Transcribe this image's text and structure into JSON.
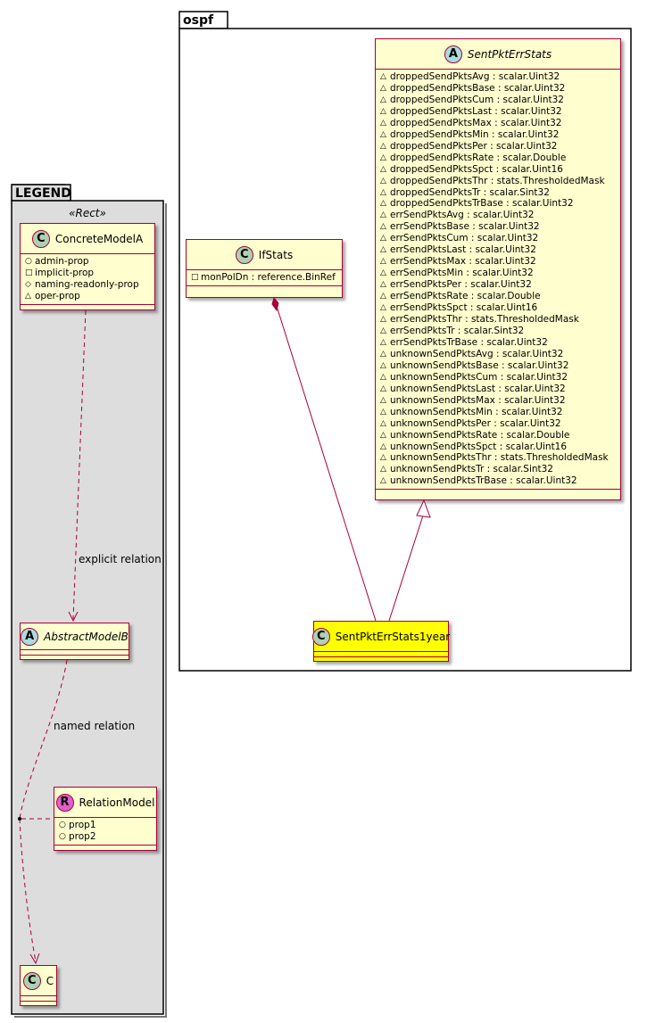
{
  "legend": {
    "title": "LEGEND",
    "stereotype": "«Rect»",
    "concrete_model": {
      "name": "ConcreteModelA",
      "badge": "C",
      "attrs": [
        {
          "sym": "○",
          "text": "admin-prop"
        },
        {
          "sym": "□",
          "text": "implicit-prop"
        },
        {
          "sym": "◇",
          "text": "naming-readonly-prop"
        },
        {
          "sym": "△",
          "text": "oper-prop"
        }
      ]
    },
    "abstract_model": {
      "name": "AbstractModelB",
      "badge": "A"
    },
    "relation_model": {
      "name": "RelationModel",
      "badge": "R",
      "attrs": [
        {
          "sym": "○",
          "text": "prop1"
        },
        {
          "sym": "○",
          "text": "prop2"
        }
      ]
    },
    "class_c": {
      "name": "C",
      "badge": "C"
    },
    "explicit_label": "explicit relation",
    "named_label": "named relation"
  },
  "ospf": {
    "title": "ospf",
    "ifstats": {
      "name": "IfStats",
      "badge": "C",
      "attrs": [
        {
          "sym": "□",
          "text": "monPolDn : reference.BinRef"
        }
      ]
    },
    "sentpkt": {
      "name": "SentPktErrStats",
      "badge": "A",
      "attrs": [
        {
          "sym": "△",
          "text": "droppedSendPktsAvg : scalar.Uint32"
        },
        {
          "sym": "△",
          "text": "droppedSendPktsBase : scalar.Uint32"
        },
        {
          "sym": "△",
          "text": "droppedSendPktsCum : scalar.Uint32"
        },
        {
          "sym": "△",
          "text": "droppedSendPktsLast : scalar.Uint32"
        },
        {
          "sym": "△",
          "text": "droppedSendPktsMax : scalar.Uint32"
        },
        {
          "sym": "△",
          "text": "droppedSendPktsMin : scalar.Uint32"
        },
        {
          "sym": "△",
          "text": "droppedSendPktsPer : scalar.Uint32"
        },
        {
          "sym": "△",
          "text": "droppedSendPktsRate : scalar.Double"
        },
        {
          "sym": "△",
          "text": "droppedSendPktsSpct : scalar.Uint16"
        },
        {
          "sym": "△",
          "text": "droppedSendPktsThr : stats.ThresholdedMask"
        },
        {
          "sym": "△",
          "text": "droppedSendPktsTr : scalar.Sint32"
        },
        {
          "sym": "△",
          "text": "droppedSendPktsTrBase : scalar.Uint32"
        },
        {
          "sym": "△",
          "text": "errSendPktsAvg : scalar.Uint32"
        },
        {
          "sym": "△",
          "text": "errSendPktsBase : scalar.Uint32"
        },
        {
          "sym": "△",
          "text": "errSendPktsCum : scalar.Uint32"
        },
        {
          "sym": "△",
          "text": "errSendPktsLast : scalar.Uint32"
        },
        {
          "sym": "△",
          "text": "errSendPktsMax : scalar.Uint32"
        },
        {
          "sym": "△",
          "text": "errSendPktsMin : scalar.Uint32"
        },
        {
          "sym": "△",
          "text": "errSendPktsPer : scalar.Uint32"
        },
        {
          "sym": "△",
          "text": "errSendPktsRate : scalar.Double"
        },
        {
          "sym": "△",
          "text": "errSendPktsSpct : scalar.Uint16"
        },
        {
          "sym": "△",
          "text": "errSendPktsThr : stats.ThresholdedMask"
        },
        {
          "sym": "△",
          "text": "errSendPktsTr : scalar.Sint32"
        },
        {
          "sym": "△",
          "text": "errSendPktsTrBase : scalar.Uint32"
        },
        {
          "sym": "△",
          "text": "unknownSendPktsAvg : scalar.Uint32"
        },
        {
          "sym": "△",
          "text": "unknownSendPktsBase : scalar.Uint32"
        },
        {
          "sym": "△",
          "text": "unknownSendPktsCum : scalar.Uint32"
        },
        {
          "sym": "△",
          "text": "unknownSendPktsLast : scalar.Uint32"
        },
        {
          "sym": "△",
          "text": "unknownSendPktsMax : scalar.Uint32"
        },
        {
          "sym": "△",
          "text": "unknownSendPktsMin : scalar.Uint32"
        },
        {
          "sym": "△",
          "text": "unknownSendPktsPer : scalar.Uint32"
        },
        {
          "sym": "△",
          "text": "unknownSendPktsRate : scalar.Double"
        },
        {
          "sym": "△",
          "text": "unknownSendPktsSpct : scalar.Uint16"
        },
        {
          "sym": "△",
          "text": "unknownSendPktsThr : stats.ThresholdedMask"
        },
        {
          "sym": "△",
          "text": "unknownSendPktsTr : scalar.Sint32"
        },
        {
          "sym": "△",
          "text": "unknownSendPktsTrBase : scalar.Uint32"
        }
      ]
    },
    "sentpkt1year": {
      "name": "SentPktErrStats1year",
      "badge": "C"
    }
  },
  "colors": {
    "border": "#a80036",
    "class_fill": "#fefece",
    "highlight_fill": "#ffff00",
    "legend_fill": "#dddddd",
    "badge_class": "#add1b2",
    "badge_abstract": "#a9dcdf",
    "badge_relation": "#e15fcc"
  }
}
